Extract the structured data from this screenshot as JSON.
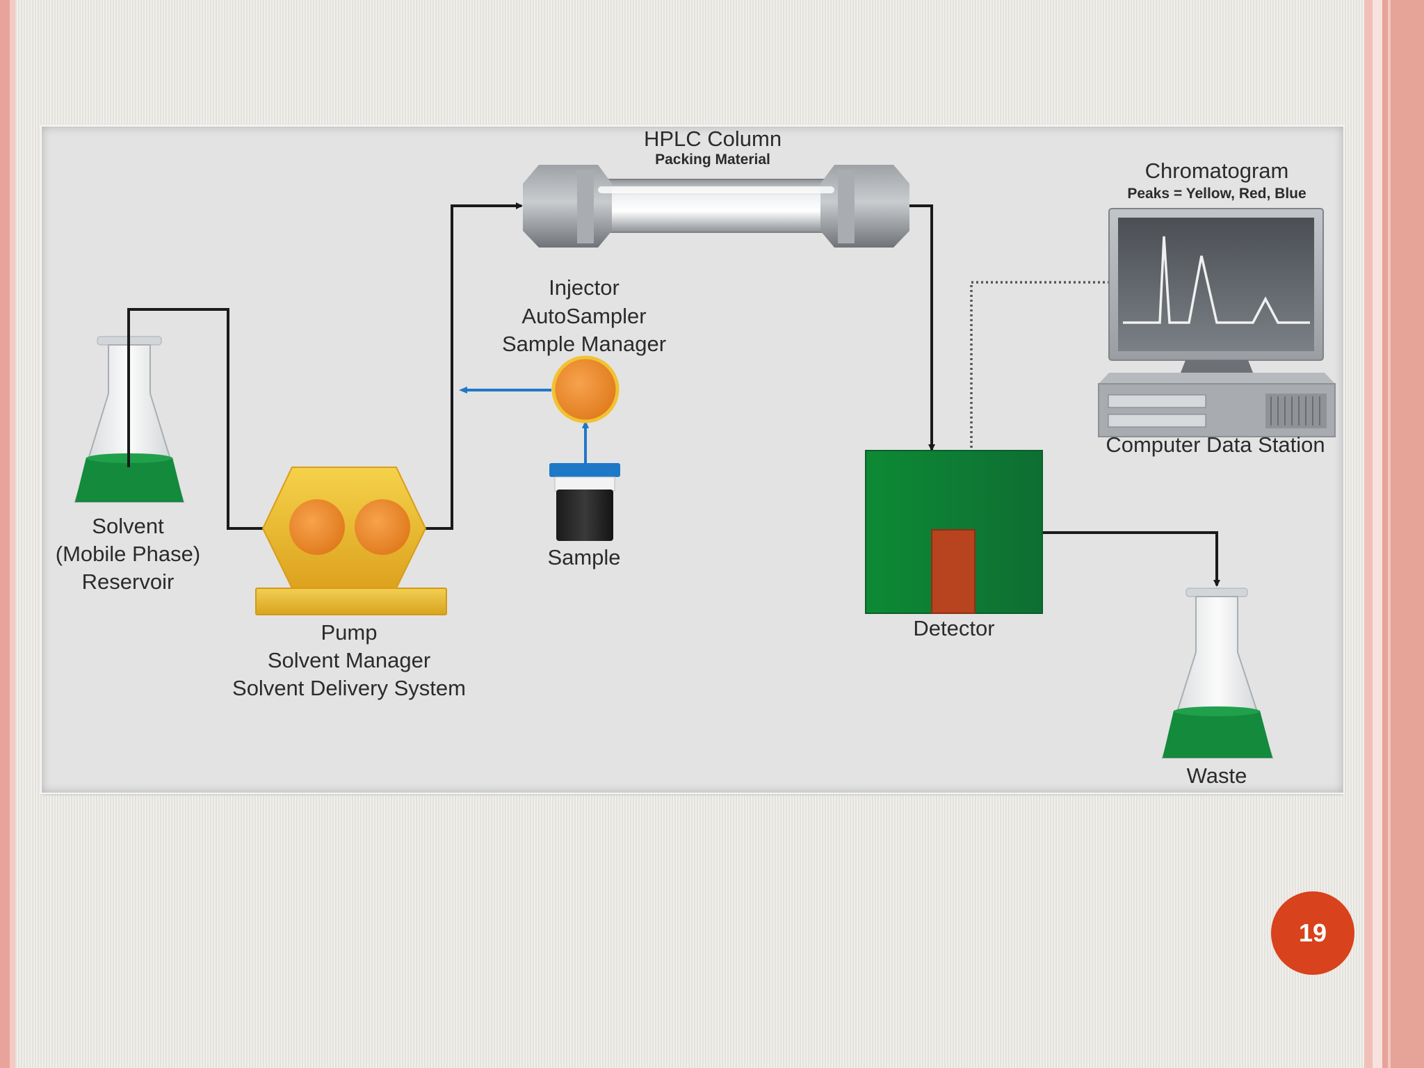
{
  "diagram": {
    "column": {
      "title": "HPLC Column",
      "subtitle": "Packing Material"
    },
    "chromatogram": {
      "title": "Chromatogram",
      "subtitle": "Peaks = Yellow, Red, Blue"
    },
    "computer": {
      "label": "Computer Data Station"
    },
    "injector": {
      "lines": [
        "Injector",
        "AutoSampler",
        "Sample Manager"
      ]
    },
    "solvent": {
      "lines": [
        "Solvent",
        "(Mobile Phase)",
        "Reservoir"
      ]
    },
    "pump": {
      "lines": [
        "Pump",
        "Solvent Manager",
        "Solvent Delivery System"
      ]
    },
    "sample": {
      "label": "Sample"
    },
    "detector": {
      "label": "Detector"
    },
    "waste": {
      "label": "Waste"
    }
  },
  "colors": {
    "liquid_green": "#138a3c",
    "pump_yellow": "#e8b62a",
    "pump_orange": "#f08a2e",
    "detector_green": "#0f7a35",
    "detector_cell": "#b8431f",
    "sample_cap_blue": "#1e78c8",
    "page_badge": "#d8421c"
  },
  "page_number": "19"
}
